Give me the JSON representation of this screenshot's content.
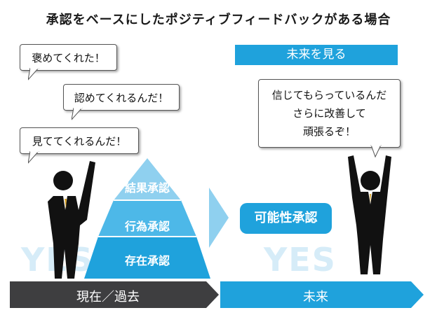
{
  "title": "承認をベースにしたポジティブフィードバックがある場合",
  "future_header": "未来を見る",
  "bubbles_left": [
    "褒めてくれた！",
    "認めてくれるんだ！",
    "見ててくれるんだ！"
  ],
  "bubble_right": [
    "信じてもらっているんだ",
    "さらに改善して",
    "頑張るぞ！"
  ],
  "pyramid": [
    "結果承認",
    "行為承認",
    "存在承認"
  ],
  "kanou_label": "可能性承認",
  "watermark_left": "YES",
  "watermark_right": "YES",
  "bar_left": "現在／過去",
  "bar_right": "未来",
  "colors": {
    "accent": "#1fa2dc",
    "accent_light": "#5cc3ee",
    "pyramid_top": "#8fd0ef",
    "dark_bar": "#3e3e40",
    "figure": "#111111",
    "watermark": "#d6ecf8"
  }
}
